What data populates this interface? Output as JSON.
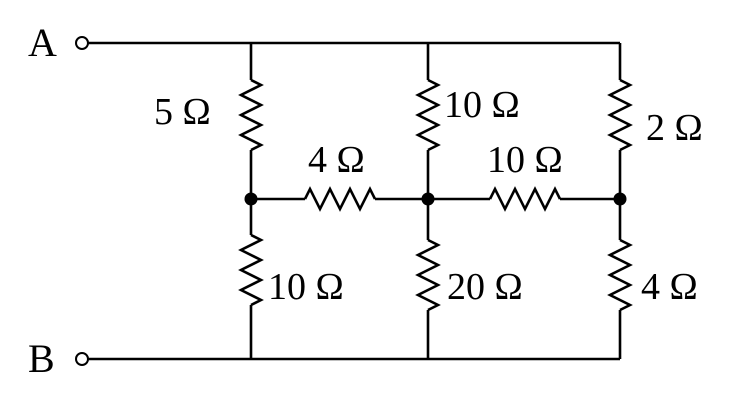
{
  "terminals": {
    "a": "A",
    "b": "B"
  },
  "resistors": {
    "r_top_left": "5 Ω",
    "r_top_middle": "10 Ω",
    "r_top_right": "2 Ω",
    "r_mid_left": "4 Ω",
    "r_mid_right": "10 Ω",
    "r_bottom_left": "10 Ω",
    "r_bottom_middle": "20 Ω",
    "r_bottom_right": "4 Ω"
  },
  "colors": {
    "ink": "#000000",
    "background": "#ffffff"
  }
}
